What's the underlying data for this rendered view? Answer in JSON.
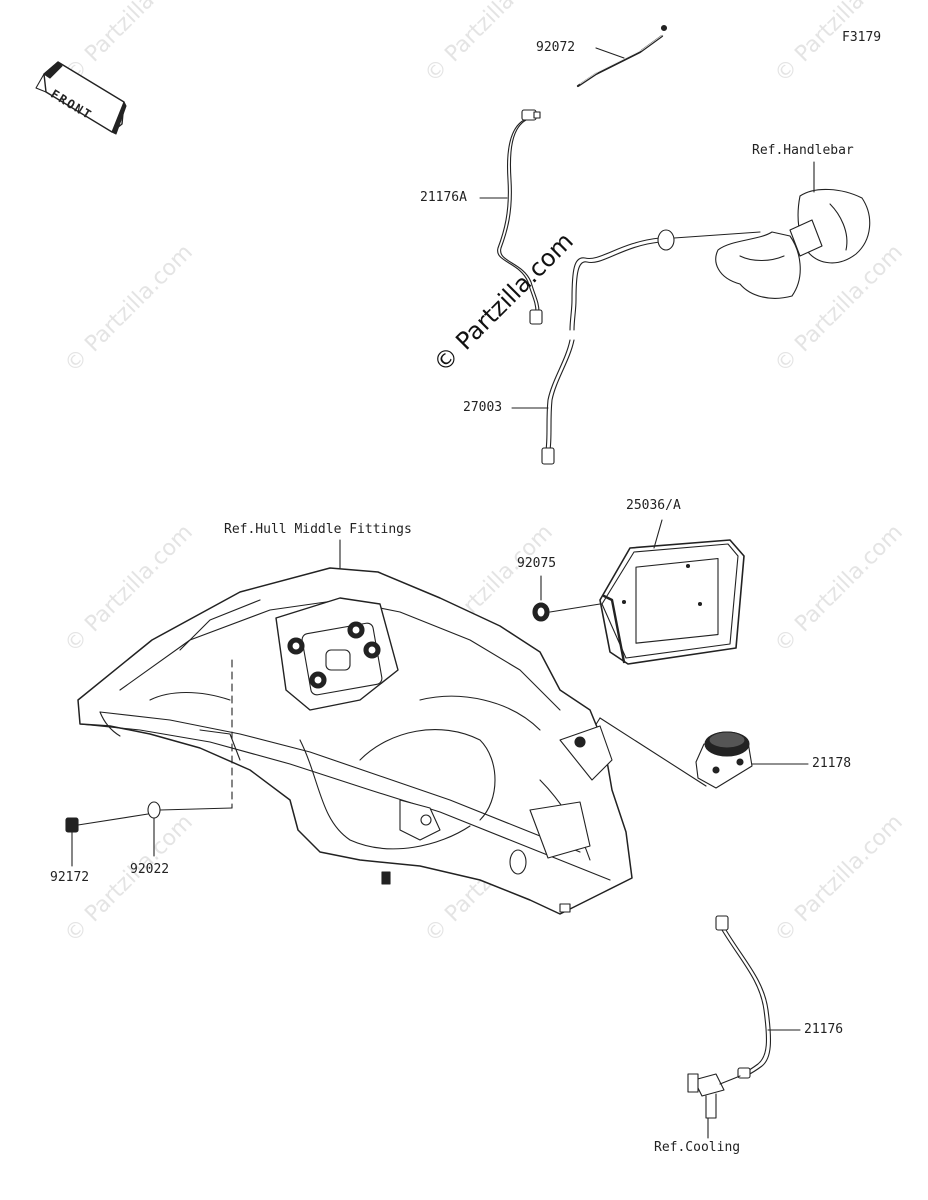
{
  "figure_code": "F3179",
  "front_label": "FRONT",
  "watermark": "© Partzilla.com",
  "parts": {
    "p92072": "92072",
    "p21176A": "21176A",
    "p27003": "27003",
    "p25036A": "25036/A",
    "p92075": "92075",
    "p21178": "21178",
    "p92172": "92172",
    "p92022": "92022",
    "p21176": "21176"
  },
  "refs": {
    "handlebar": "Ref.Handlebar",
    "hull": "Ref.Hull Middle Fittings",
    "cooling": "Ref.Cooling"
  }
}
